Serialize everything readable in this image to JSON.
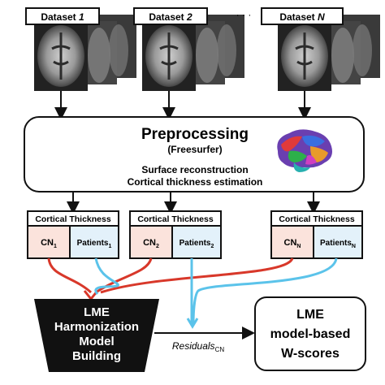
{
  "datasets": [
    {
      "label_prefix": "Dataset ",
      "label_index": "1"
    },
    {
      "label_prefix": "Dataset ",
      "label_index": "2"
    },
    {
      "label_prefix": "Dataset ",
      "label_index": "N"
    }
  ],
  "ellipsis": "· · ·",
  "preprocessing": {
    "title": "Preprocessing",
    "subtitle": "(Freesurfer)",
    "step1": "Surface reconstruction",
    "step2": "Cortical thickness estimation"
  },
  "thickness_groups": [
    {
      "header": "Cortical Thickness",
      "cn": "CN",
      "cn_sub": "1",
      "patients": "Patients",
      "patients_sub": "1"
    },
    {
      "header": "Cortical Thickness",
      "cn": "CN",
      "cn_sub": "2",
      "patients": "Patients",
      "patients_sub": "2"
    },
    {
      "header": "Cortical Thickness",
      "cn": "CN",
      "cn_sub": "N",
      "patients": "Patients",
      "patients_sub": "N"
    }
  ],
  "lme_building": [
    "LME",
    "Harmonization",
    "Model",
    "Building"
  ],
  "residuals": {
    "label": "Residuals",
    "sub": "CN"
  },
  "lme_wscores": [
    "LME",
    "model-based",
    "W-scores"
  ],
  "colors": {
    "cn_fill": "#fbe3dc",
    "patients_fill": "#e3f1fa",
    "red_line": "#d8382a",
    "blue_line": "#5bc3ea",
    "trapezoid": "#111111"
  }
}
